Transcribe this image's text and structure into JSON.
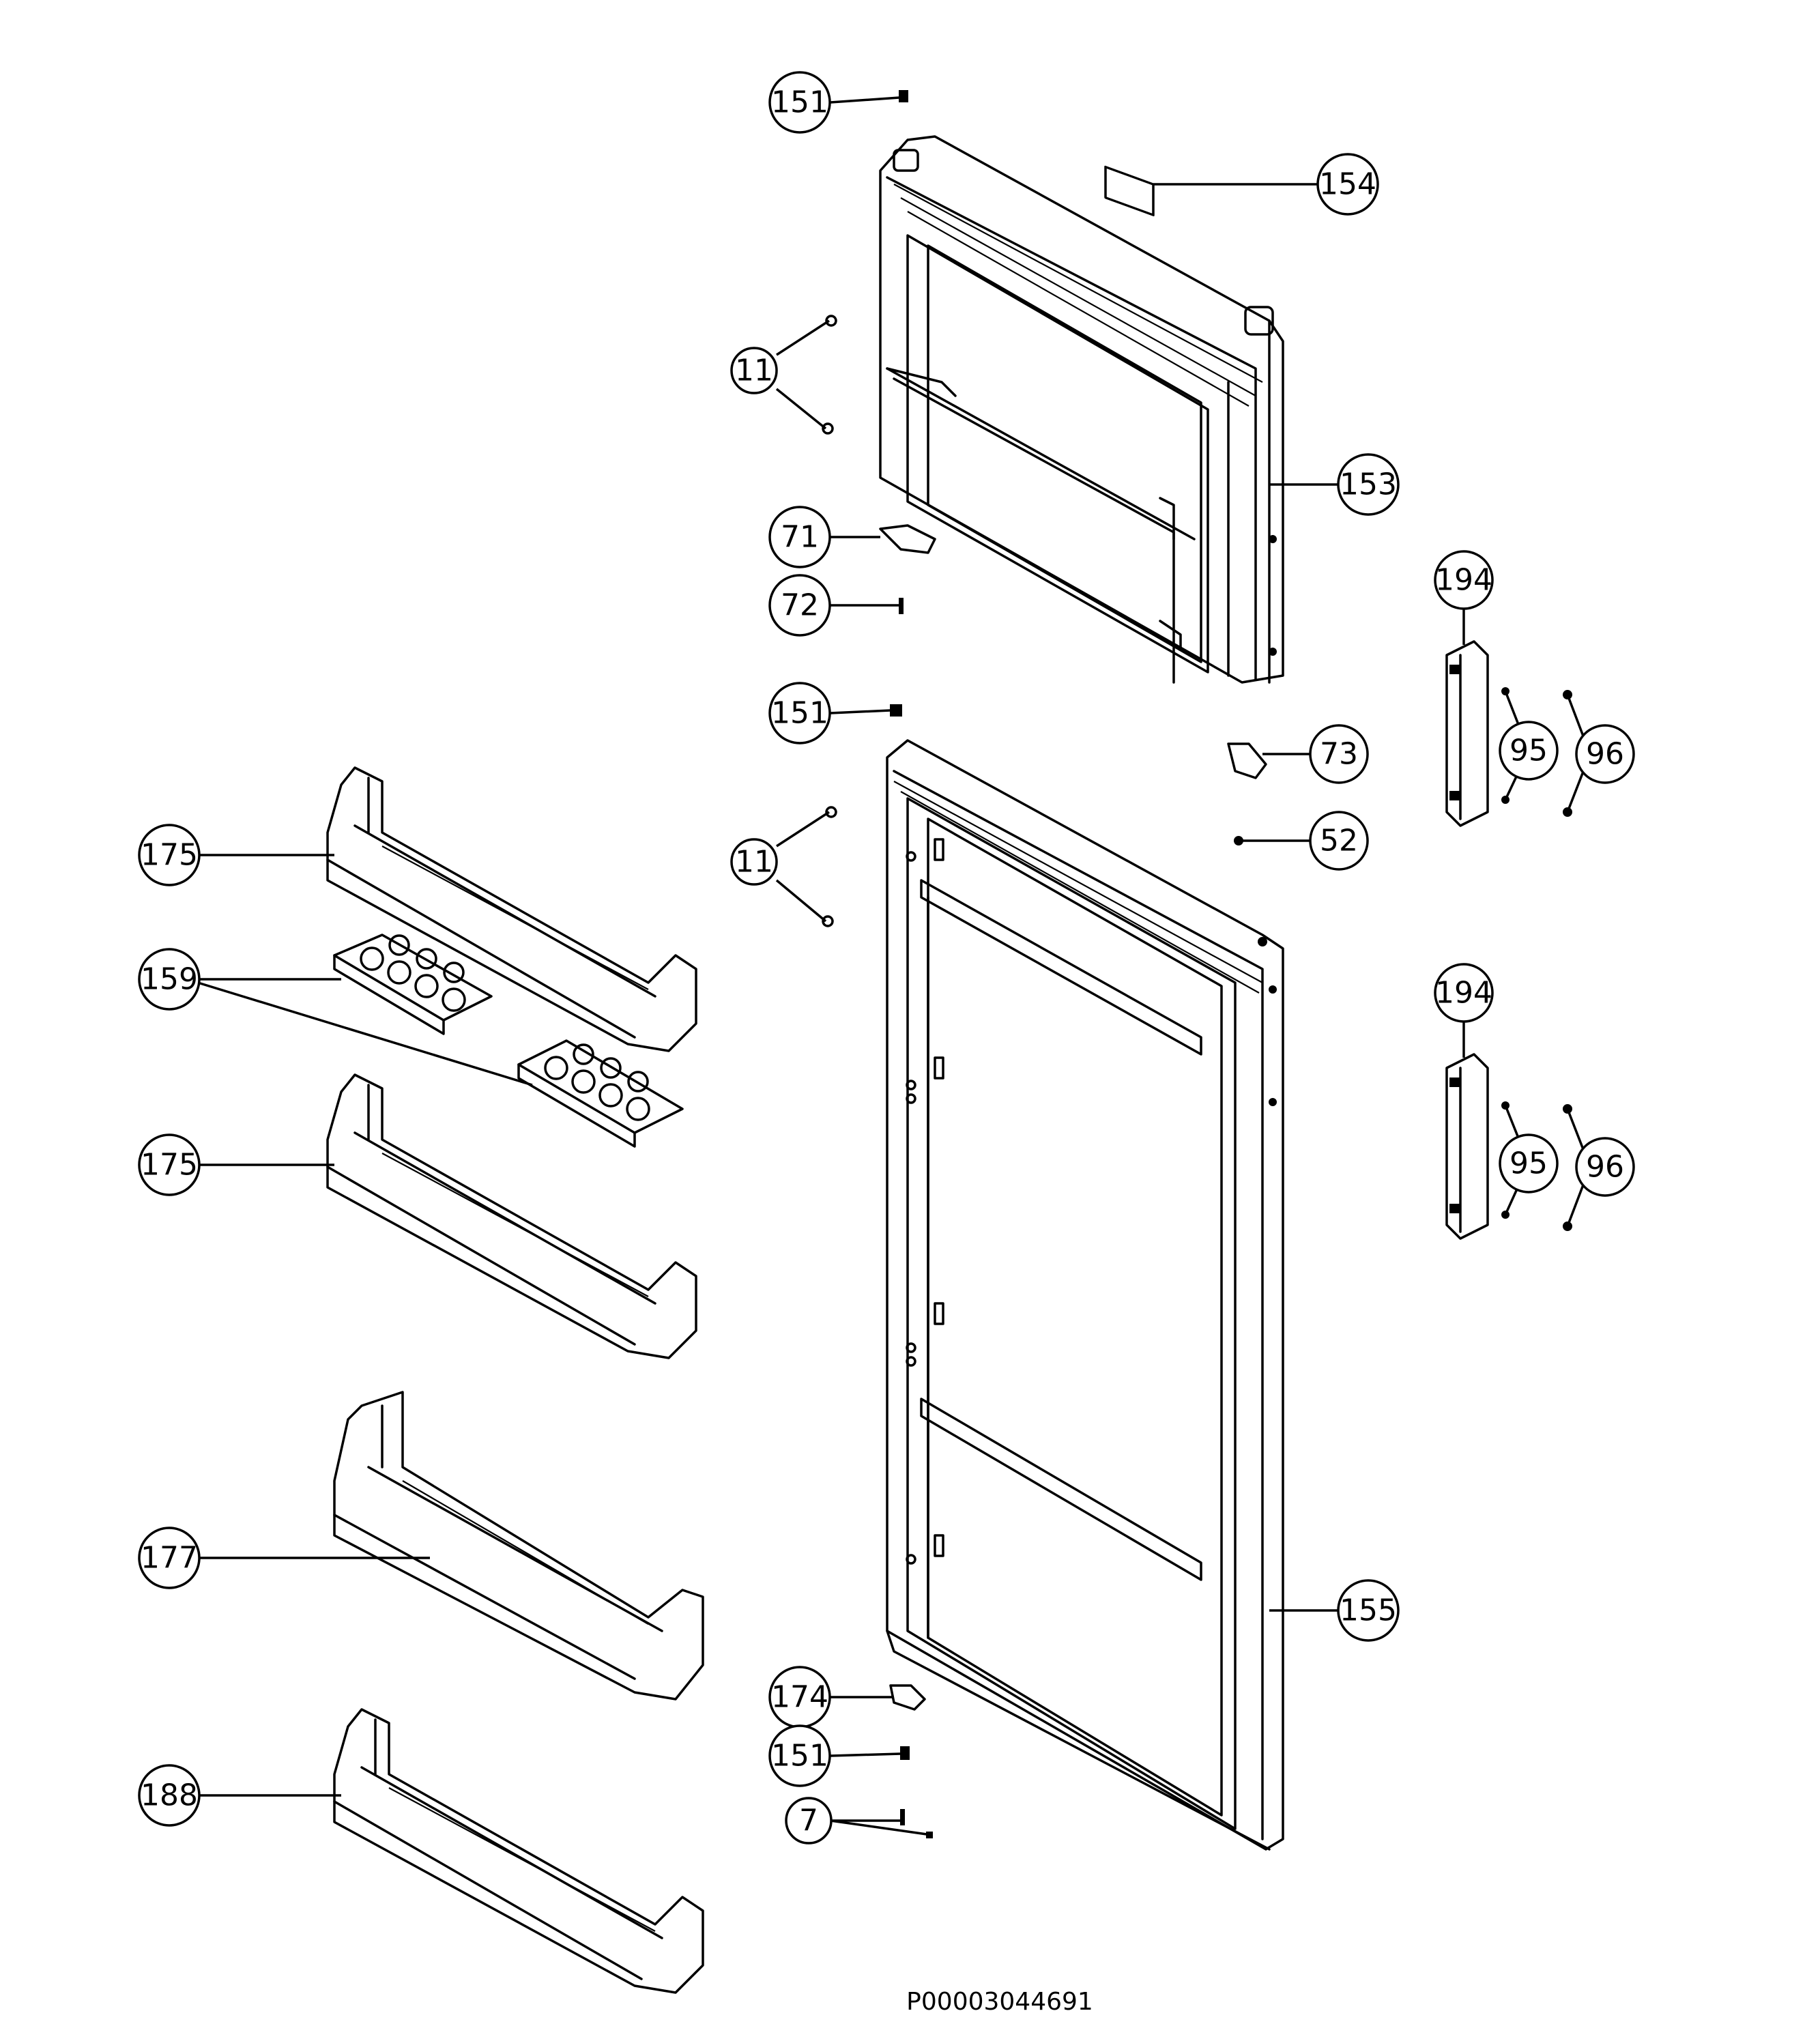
{
  "diagram_code": "P00003044691",
  "callouts": {
    "c151_top": "151",
    "c154": "154",
    "c11_top": "11",
    "c153": "153",
    "c71": "71",
    "c72": "72",
    "c151_mid": "151",
    "c194_top": "194",
    "c73": "73",
    "c95_top": "95",
    "c96_top": "96",
    "c52": "52",
    "c75_top": "175",
    "c11_mid": "11",
    "c159": "159",
    "c194_bot": "194",
    "c175_mid": "175",
    "c95_bot": "95",
    "c96_bot": "96",
    "c177": "177",
    "c155": "155",
    "c174": "174",
    "c151_bot": "151",
    "c7": "7",
    "c188": "188"
  }
}
